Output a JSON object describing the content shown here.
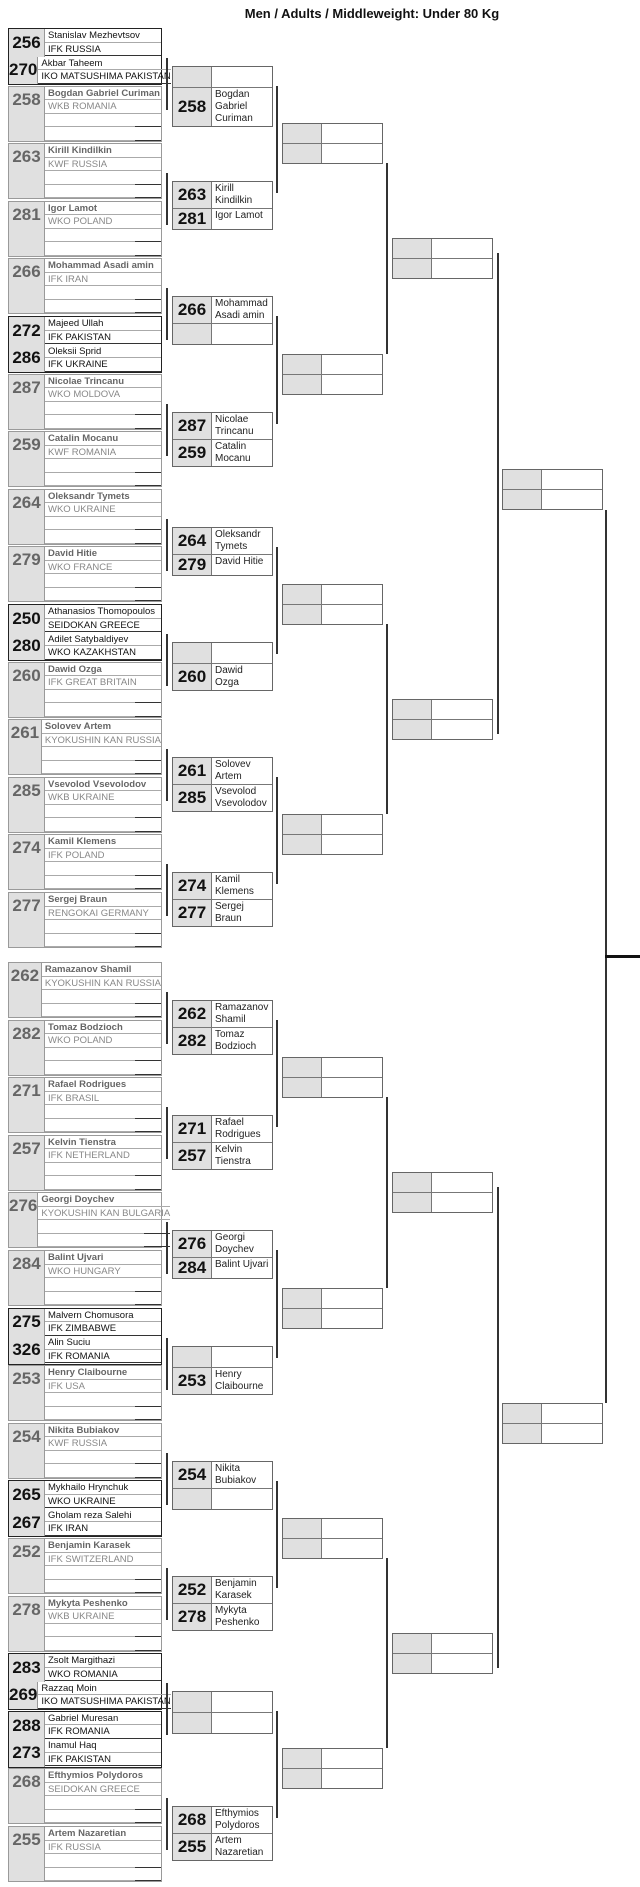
{
  "title": "Men / Adults / Middleweight: Under 80 Kg",
  "colors": {
    "cell_gray": "#e0e0e0",
    "line": "#333333"
  },
  "slots": [
    {
      "fighters": [
        {
          "num": "256",
          "name": "Stanislav Mezhevtsov",
          "club": "IFK RUSSIA"
        },
        {
          "num": "270",
          "name": "Akbar Taheem",
          "club": "IKO MATSUSHIMA PAKISTAN"
        }
      ]
    },
    {
      "fighters": [
        {
          "num": "258",
          "name": "Bogdan Gabriel Curiman",
          "club": "WKB ROMANIA"
        }
      ]
    },
    {
      "fighters": [
        {
          "num": "263",
          "name": "Kirill Kindilkin",
          "club": "KWF RUSSIA"
        }
      ]
    },
    {
      "fighters": [
        {
          "num": "281",
          "name": "Igor Lamot",
          "club": "WKO POLAND"
        }
      ]
    },
    {
      "fighters": [
        {
          "num": "266",
          "name": "Mohammad Asadi amin",
          "club": "IFK IRAN"
        }
      ]
    },
    {
      "fighters": [
        {
          "num": "272",
          "name": "Majeed Ullah",
          "club": "IFK PAKISTAN"
        },
        {
          "num": "286",
          "name": "Oleksii Sprid",
          "club": "IFK UKRAINE"
        }
      ]
    },
    {
      "fighters": [
        {
          "num": "287",
          "name": "Nicolae Trincanu",
          "club": "WKO MOLDOVA"
        }
      ]
    },
    {
      "fighters": [
        {
          "num": "259",
          "name": "Catalin Mocanu",
          "club": "KWF ROMANIA"
        }
      ]
    },
    {
      "fighters": [
        {
          "num": "264",
          "name": "Oleksandr Tymets",
          "club": "WKO UKRAINE"
        }
      ]
    },
    {
      "fighters": [
        {
          "num": "279",
          "name": "David Hitie",
          "club": "WKO FRANCE"
        }
      ]
    },
    {
      "fighters": [
        {
          "num": "250",
          "name": "Athanasios Thomopoulos",
          "club": "SEIDOKAN GREECE"
        },
        {
          "num": "280",
          "name": "Adilet Satybaldiyev",
          "club": "WKO KAZAKHSTAN"
        }
      ]
    },
    {
      "fighters": [
        {
          "num": "260",
          "name": "Dawid Ozga",
          "club": "IFK GREAT BRITAIN"
        }
      ]
    },
    {
      "fighters": [
        {
          "num": "261",
          "name": "Solovev Artem",
          "club": "KYOKUSHIN KAN RUSSIA"
        }
      ]
    },
    {
      "fighters": [
        {
          "num": "285",
          "name": "Vsevolod Vsevolodov",
          "club": "WKB UKRAINE"
        }
      ]
    },
    {
      "fighters": [
        {
          "num": "274",
          "name": "Kamil Klemens",
          "club": "IFK POLAND"
        }
      ]
    },
    {
      "fighters": [
        {
          "num": "277",
          "name": "Sergej Braun",
          "club": "RENGOKAI GERMANY"
        }
      ]
    },
    {
      "fighters": [
        {
          "num": "262",
          "name": "Ramazanov Shamil",
          "club": "KYOKUSHIN KAN RUSSIA"
        }
      ]
    },
    {
      "fighters": [
        {
          "num": "282",
          "name": "Tomaz Bodzioch",
          "club": "WKO POLAND"
        }
      ]
    },
    {
      "fighters": [
        {
          "num": "271",
          "name": "Rafael Rodrigues",
          "club": "IFK BRASIL"
        }
      ]
    },
    {
      "fighters": [
        {
          "num": "257",
          "name": "Kelvin Tienstra",
          "club": "IFK NETHERLAND"
        }
      ]
    },
    {
      "fighters": [
        {
          "num": "276",
          "name": "Georgi Doychev",
          "club": "KYOKUSHIN KAN BULGARIA"
        }
      ]
    },
    {
      "fighters": [
        {
          "num": "284",
          "name": "Balint Ujvari",
          "club": "WKO HUNGARY"
        }
      ]
    },
    {
      "fighters": [
        {
          "num": "275",
          "name": "Malvern Chomusora",
          "club": "IFK ZIMBABWE"
        },
        {
          "num": "326",
          "name": "Alin Suciu",
          "club": "IFK ROMANIA"
        }
      ]
    },
    {
      "fighters": [
        {
          "num": "253",
          "name": "Henry Claibourne",
          "club": "IFK USA"
        }
      ]
    },
    {
      "fighters": [
        {
          "num": "254",
          "name": "Nikita Bubiakov",
          "club": "KWF RUSSIA"
        }
      ]
    },
    {
      "fighters": [
        {
          "num": "265",
          "name": "Mykhailo Hrynchuk",
          "club": "WKO UKRAINE"
        },
        {
          "num": "267",
          "name": "Gholam reza Salehi",
          "club": "IFK IRAN"
        }
      ]
    },
    {
      "fighters": [
        {
          "num": "252",
          "name": "Benjamin Karasek",
          "club": "IFK SWITZERLAND"
        }
      ]
    },
    {
      "fighters": [
        {
          "num": "278",
          "name": "Mykyta Peshenko",
          "club": "WKB UKRAINE"
        }
      ]
    },
    {
      "fighters": [
        {
          "num": "283",
          "name": "Zsolt Margithazi",
          "club": "WKO ROMANIA"
        },
        {
          "num": "269",
          "name": "Razzaq Moin",
          "club": "IKO MATSUSHIMA PAKISTAN"
        }
      ]
    },
    {
      "fighters": [
        {
          "num": "288",
          "name": "Gabriel Muresan",
          "club": "IFK ROMANIA"
        },
        {
          "num": "273",
          "name": "Inamul Haq",
          "club": "IFK PAKISTAN"
        }
      ]
    },
    {
      "fighters": [
        {
          "num": "268",
          "name": "Efthymios Polydoros",
          "club": "SEIDOKAN GREECE"
        }
      ]
    },
    {
      "fighters": [
        {
          "num": "255",
          "name": "Artem Nazaretian",
          "club": "IFK RUSSIA"
        }
      ]
    }
  ],
  "round2": [
    [
      {
        "num": "",
        "name": ""
      },
      {
        "num": "258",
        "name": "Bogdan Gabriel Curiman"
      }
    ],
    [
      {
        "num": "263",
        "name": "Kirill Kindilkin"
      },
      {
        "num": "281",
        "name": "Igor Lamot"
      }
    ],
    [
      {
        "num": "266",
        "name": "Mohammad Asadi amin"
      },
      {
        "num": "",
        "name": ""
      }
    ],
    [
      {
        "num": "287",
        "name": "Nicolae Trincanu"
      },
      {
        "num": "259",
        "name": "Catalin Mocanu"
      }
    ],
    [
      {
        "num": "264",
        "name": "Oleksandr Tymets"
      },
      {
        "num": "279",
        "name": "David Hitie"
      }
    ],
    [
      {
        "num": "",
        "name": ""
      },
      {
        "num": "260",
        "name": "Dawid Ozga"
      }
    ],
    [
      {
        "num": "261",
        "name": "Solovev Artem"
      },
      {
        "num": "285",
        "name": "Vsevolod Vsevolodov"
      }
    ],
    [
      {
        "num": "274",
        "name": "Kamil Klemens"
      },
      {
        "num": "277",
        "name": "Sergej Braun"
      }
    ],
    [
      {
        "num": "262",
        "name": "Ramazanov Shamil"
      },
      {
        "num": "282",
        "name": "Tomaz Bodzioch"
      }
    ],
    [
      {
        "num": "271",
        "name": "Rafael Rodrigues"
      },
      {
        "num": "257",
        "name": "Kelvin Tienstra"
      }
    ],
    [
      {
        "num": "276",
        "name": "Georgi Doychev"
      },
      {
        "num": "284",
        "name": "Balint Ujvari"
      }
    ],
    [
      {
        "num": "",
        "name": ""
      },
      {
        "num": "253",
        "name": "Henry Claibourne"
      }
    ],
    [
      {
        "num": "254",
        "name": "Nikita Bubiakov"
      },
      {
        "num": "",
        "name": ""
      }
    ],
    [
      {
        "num": "252",
        "name": "Benjamin Karasek"
      },
      {
        "num": "278",
        "name": "Mykyta Peshenko"
      }
    ],
    [
      {
        "num": "",
        "name": ""
      },
      {
        "num": "",
        "name": ""
      }
    ],
    [
      {
        "num": "268",
        "name": "Efthymios Polydoros"
      },
      {
        "num": "255",
        "name": "Artem Nazaretian"
      }
    ]
  ]
}
